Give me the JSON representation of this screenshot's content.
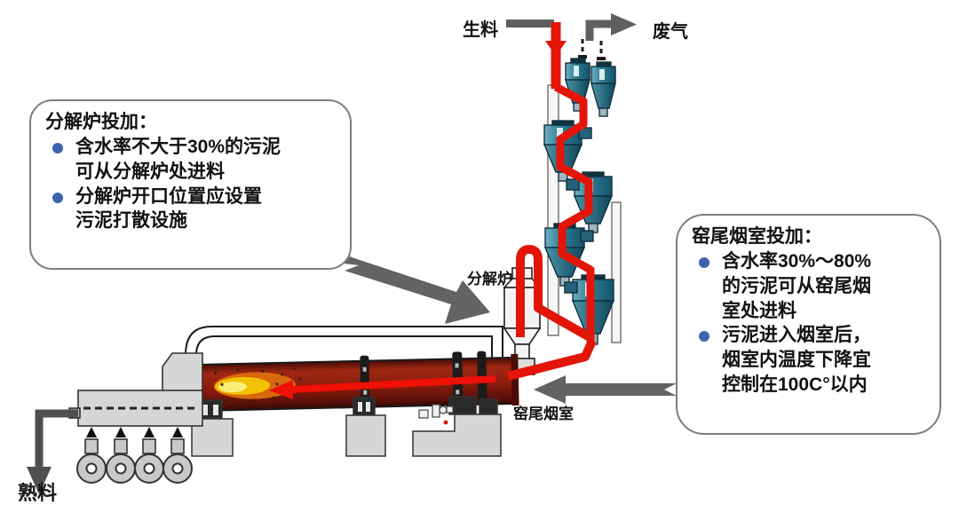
{
  "labels": {
    "raw_meal": "生料",
    "waste_gas": "废气",
    "calciner": "分解炉",
    "smoke_chamber": "窑尾烟室",
    "clinker": "熟料"
  },
  "callout_calciner": {
    "title": "分解炉投加：",
    "bullets": [
      "含水率不大于30%的污泥\n可从分解炉处进料",
      "分解炉开口位置应设置\n污泥打散设施"
    ]
  },
  "callout_smoke_chamber": {
    "title": "窑尾烟室投加：",
    "bullets": [
      "含水率30%～80%\n的污泥可从窑尾烟\n室处进料",
      "污泥进入烟室后，\n烟室内温度下降宜\n控制在100C°以内"
    ]
  },
  "colors": {
    "flow_red": "#e31408",
    "kiln_red": "#8a1c0c",
    "cyclone_teal": "#2a7b92",
    "arrow_gray": "#636363",
    "bullet_blue": "#3f63ae",
    "structure_gray": "#d6d6d6"
  }
}
